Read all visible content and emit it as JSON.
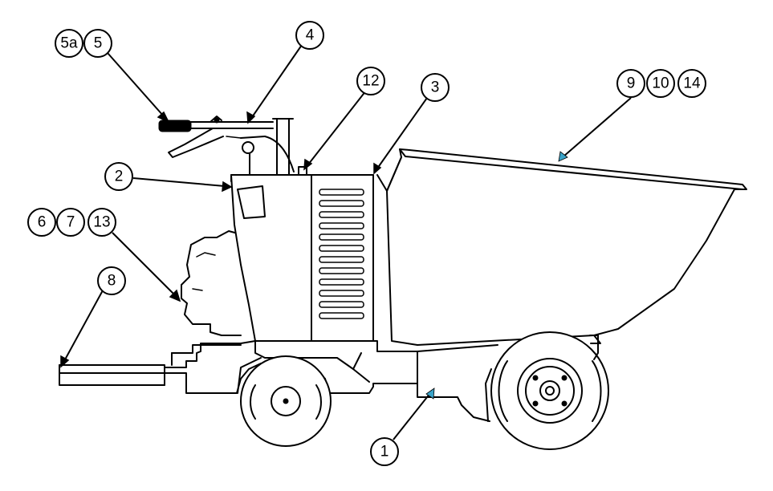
{
  "callouts": [
    {
      "id": "c-5a",
      "label": "5a"
    },
    {
      "id": "c-5",
      "label": "5"
    },
    {
      "id": "c-4",
      "label": "4"
    },
    {
      "id": "c-12",
      "label": "12"
    },
    {
      "id": "c-3",
      "label": "3"
    },
    {
      "id": "c-9",
      "label": "9"
    },
    {
      "id": "c-10",
      "label": "10"
    },
    {
      "id": "c-14",
      "label": "14"
    },
    {
      "id": "c-2",
      "label": "2"
    },
    {
      "id": "c-6",
      "label": "6"
    },
    {
      "id": "c-7",
      "label": "7"
    },
    {
      "id": "c-13",
      "label": "13"
    },
    {
      "id": "c-8",
      "label": "8"
    },
    {
      "id": "c-1",
      "label": "1"
    }
  ]
}
